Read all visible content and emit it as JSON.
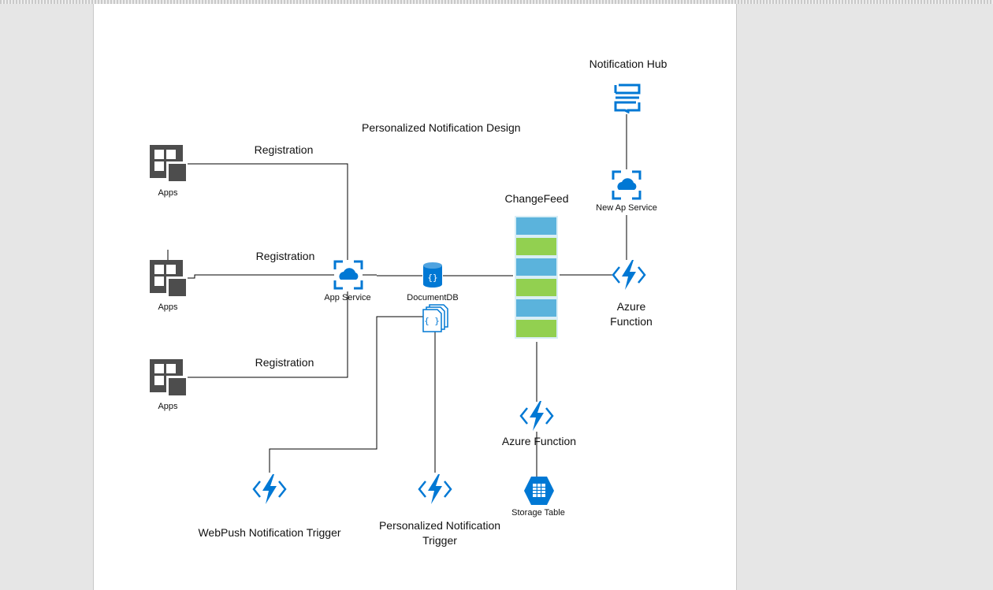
{
  "diagram": {
    "title": "Personalized Notification Design",
    "apps": [
      {
        "label": "Apps",
        "connection_label": "Registration"
      },
      {
        "label": "Apps",
        "connection_label": "Registration"
      },
      {
        "label": "Apps",
        "connection_label": "Registration"
      }
    ],
    "app_service": {
      "label": "App Service"
    },
    "document_db": {
      "label": "DocumentDB"
    },
    "change_feed": {
      "label": "ChangeFeed",
      "colors": [
        "#5bb3dc",
        "#92d050"
      ]
    },
    "azure_function_right": {
      "label_line1": "Azure",
      "label_line2": "Function"
    },
    "new_app_service": {
      "label": "New Ap  Service"
    },
    "notification_hub": {
      "label": "Notification Hub"
    },
    "azure_function_bottom": {
      "label": "Azure Function"
    },
    "storage_table": {
      "label": "Storage Table"
    },
    "webpush_trigger": {
      "label": "WebPush Notification Trigger"
    },
    "personalized_trigger": {
      "label_line1": "Personalized Notification",
      "label_line2": "Trigger"
    },
    "colors": {
      "azure_blue": "#0078d4",
      "apps_gray": "#4d4d4d"
    }
  }
}
